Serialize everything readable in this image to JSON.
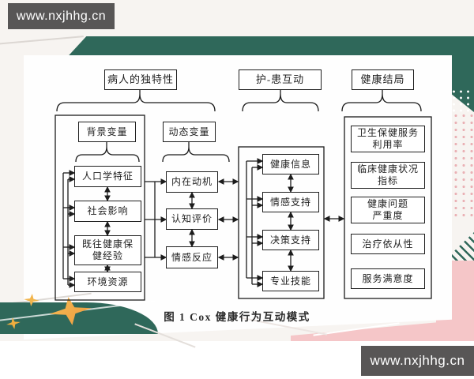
{
  "watermarks": {
    "top_left": "www.nxjhhg.cn",
    "bottom_right": "www.nxjhhg.cn"
  },
  "figure": {
    "caption": "图 1  Cox 健康行为互动模式",
    "top_headers": {
      "patient_uniqueness": "病人的独特性",
      "nurse_patient_interaction": "护-患互动",
      "health_outcome": "健康结局"
    },
    "background_variables": {
      "title": "背景变量",
      "items": [
        "人口学特征",
        "社会影响",
        "既往健康保\n健经验",
        "环境资源"
      ]
    },
    "dynamic_variables": {
      "title": "动态变量",
      "items": [
        "内在动机",
        "认知评价",
        "情感反应"
      ]
    },
    "interaction_elements": {
      "items": [
        "健康信息",
        "情感支持",
        "决策支持",
        "专业技能"
      ]
    },
    "outcome_indicators": {
      "items": [
        "卫生保健服务\n利用率",
        "临床健康状况\n指标",
        "健康问题\n严重度",
        "治疗依从性",
        "服务满意度"
      ]
    }
  },
  "colors": {
    "teal": "#2f685a",
    "pink": "#f5c6c8",
    "pink_dot": "#eab1b5",
    "orange_star": "#ec9a3e",
    "gold_star": "#f2b54d",
    "watermark_bg": "#585656",
    "line": "#1c1c1c"
  }
}
